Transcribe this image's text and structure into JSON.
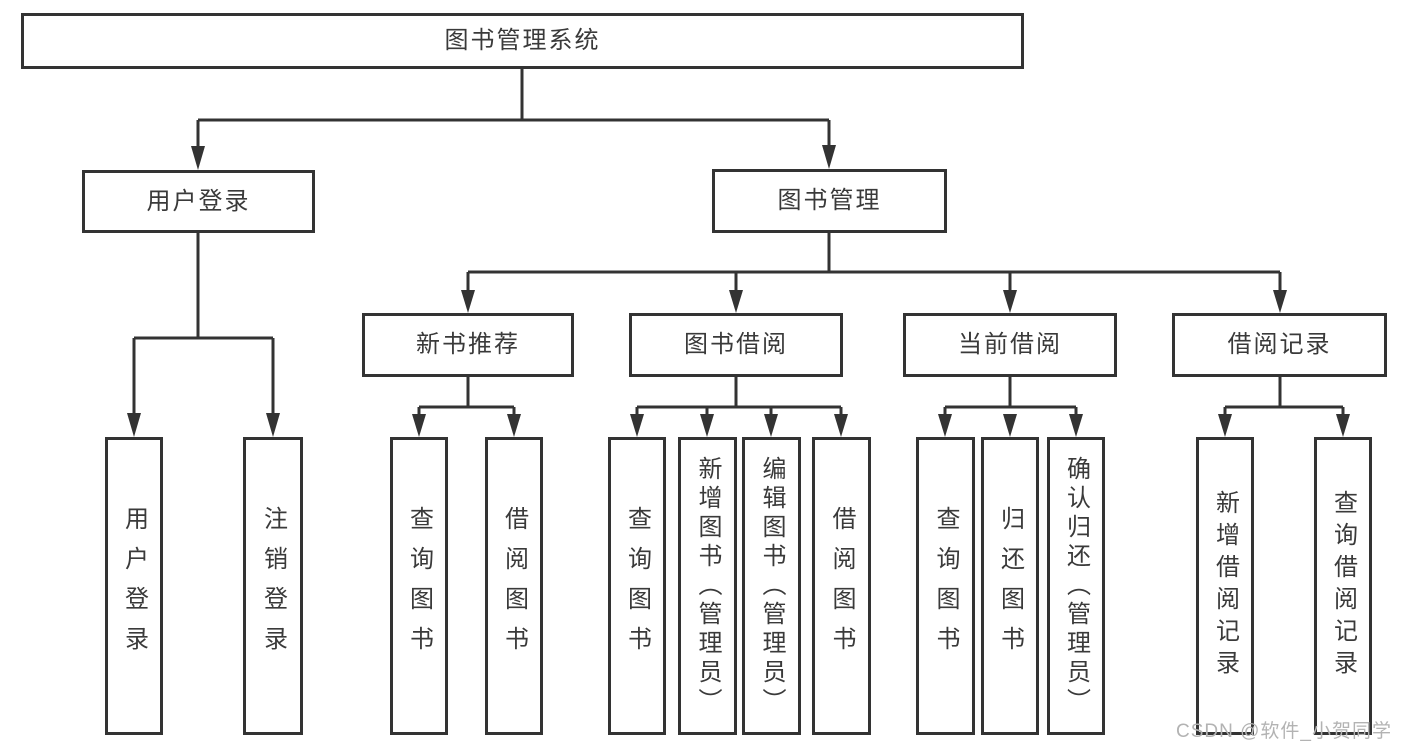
{
  "page": {
    "background": "#ffffff",
    "watermark": "CSDN @软件_小贺同学"
  },
  "colors": {
    "line": "#333333",
    "box_border": "#333333",
    "text": "#3a3a3a",
    "watermark": "#b3b3b3"
  },
  "chart_type": "org-tree-diagram",
  "tree": {
    "label": "图书管理系统",
    "children": [
      {
        "label": "用户登录",
        "children": [
          {
            "label": "用户登录"
          },
          {
            "label": "注销登录"
          }
        ]
      },
      {
        "label": "图书管理",
        "children": [
          {
            "label": "新书推荐",
            "children": [
              {
                "label": "查询图书"
              },
              {
                "label": "借阅图书"
              }
            ]
          },
          {
            "label": "图书借阅",
            "children": [
              {
                "label": "查询图书"
              },
              {
                "label": "新增图书（管理员）"
              },
              {
                "label": "编辑图书（管理员）"
              },
              {
                "label": "借阅图书"
              }
            ]
          },
          {
            "label": "当前借阅",
            "children": [
              {
                "label": "查询图书"
              },
              {
                "label": "归还图书"
              },
              {
                "label": "确认归还（管理员）"
              }
            ]
          },
          {
            "label": "借阅记录",
            "children": [
              {
                "label": "新增借阅记录"
              },
              {
                "label": "查询借阅记录"
              }
            ]
          }
        ]
      }
    ]
  }
}
